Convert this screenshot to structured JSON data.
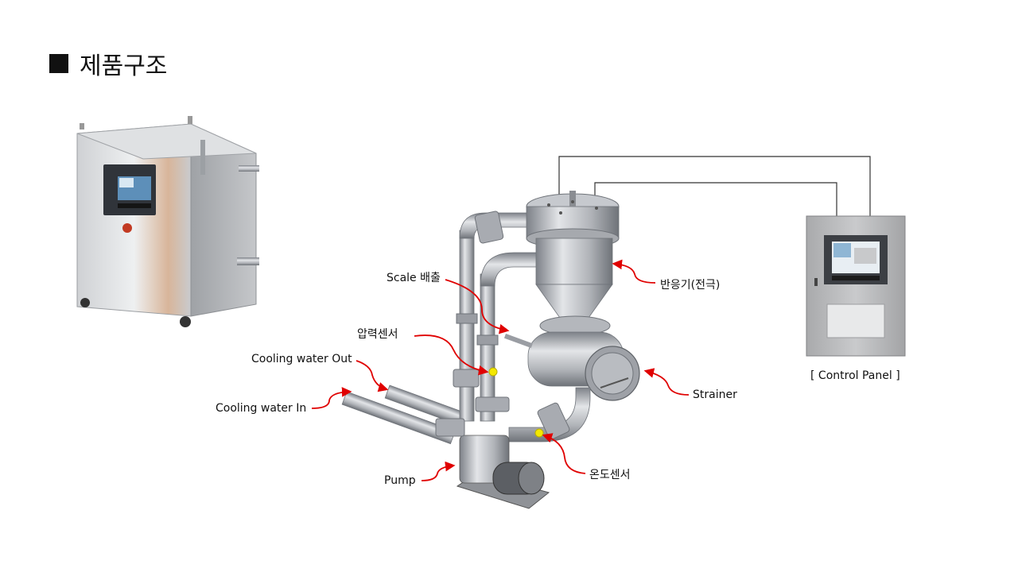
{
  "slide": {
    "title": "제품구조"
  },
  "labels": {
    "scale_discharge": "Scale 배출",
    "reactor": "반응기(전극)",
    "pressure_sensor": "압력센서",
    "cooling_water_out": "Cooling water Out",
    "cooling_water_in": "Cooling water In",
    "strainer": "Strainer",
    "temperature_sensor": "온도센서",
    "pump": "Pump",
    "control_panel": "[ Control Panel ]"
  },
  "colors": {
    "arrow": "#e00000",
    "sensor_dot": "#f4e800",
    "steel": "#b9bcc2",
    "wire": "#333333"
  }
}
